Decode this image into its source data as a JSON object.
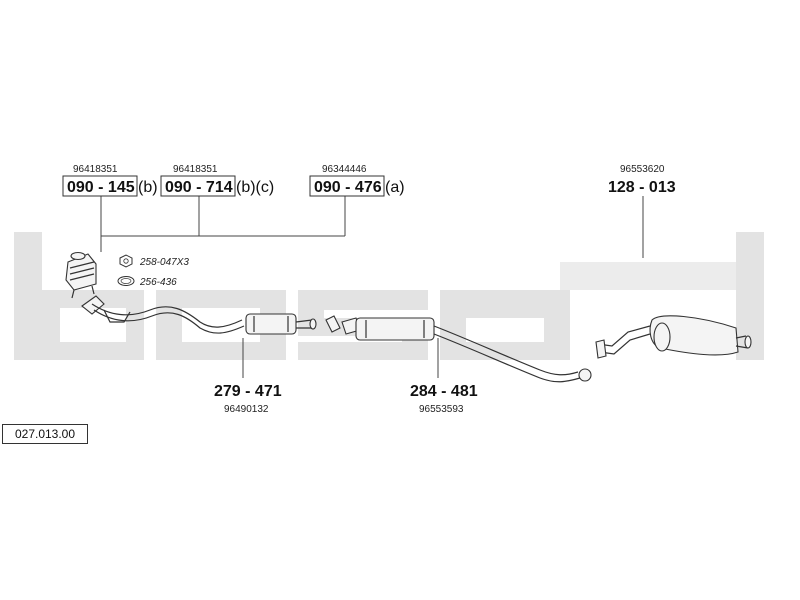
{
  "reference_number": "027.013.00",
  "watermark_word": "bosal",
  "callouts": [
    {
      "oe_number": "96418351",
      "part_number": "090 - 145",
      "suffix": "(b)"
    },
    {
      "oe_number": "96418351",
      "part_number": "090 - 714",
      "suffix": "(b)(c)"
    },
    {
      "oe_number": "96344446",
      "part_number": "090 - 476",
      "suffix": "(a)"
    },
    {
      "oe_number": "96553620",
      "part_number": "128 - 013",
      "suffix": ""
    },
    {
      "oe_number": "96490132",
      "part_number": "279 - 471",
      "suffix": ""
    },
    {
      "oe_number": "96553593",
      "part_number": "284 - 481",
      "suffix": ""
    }
  ],
  "small_parts": [
    {
      "code": "258-047X3",
      "icon": "nut-icon"
    },
    {
      "code": "256-436",
      "icon": "gasket-ring-icon"
    }
  ],
  "colors": {
    "watermark": "#e3e3e3",
    "line": "#333333"
  }
}
